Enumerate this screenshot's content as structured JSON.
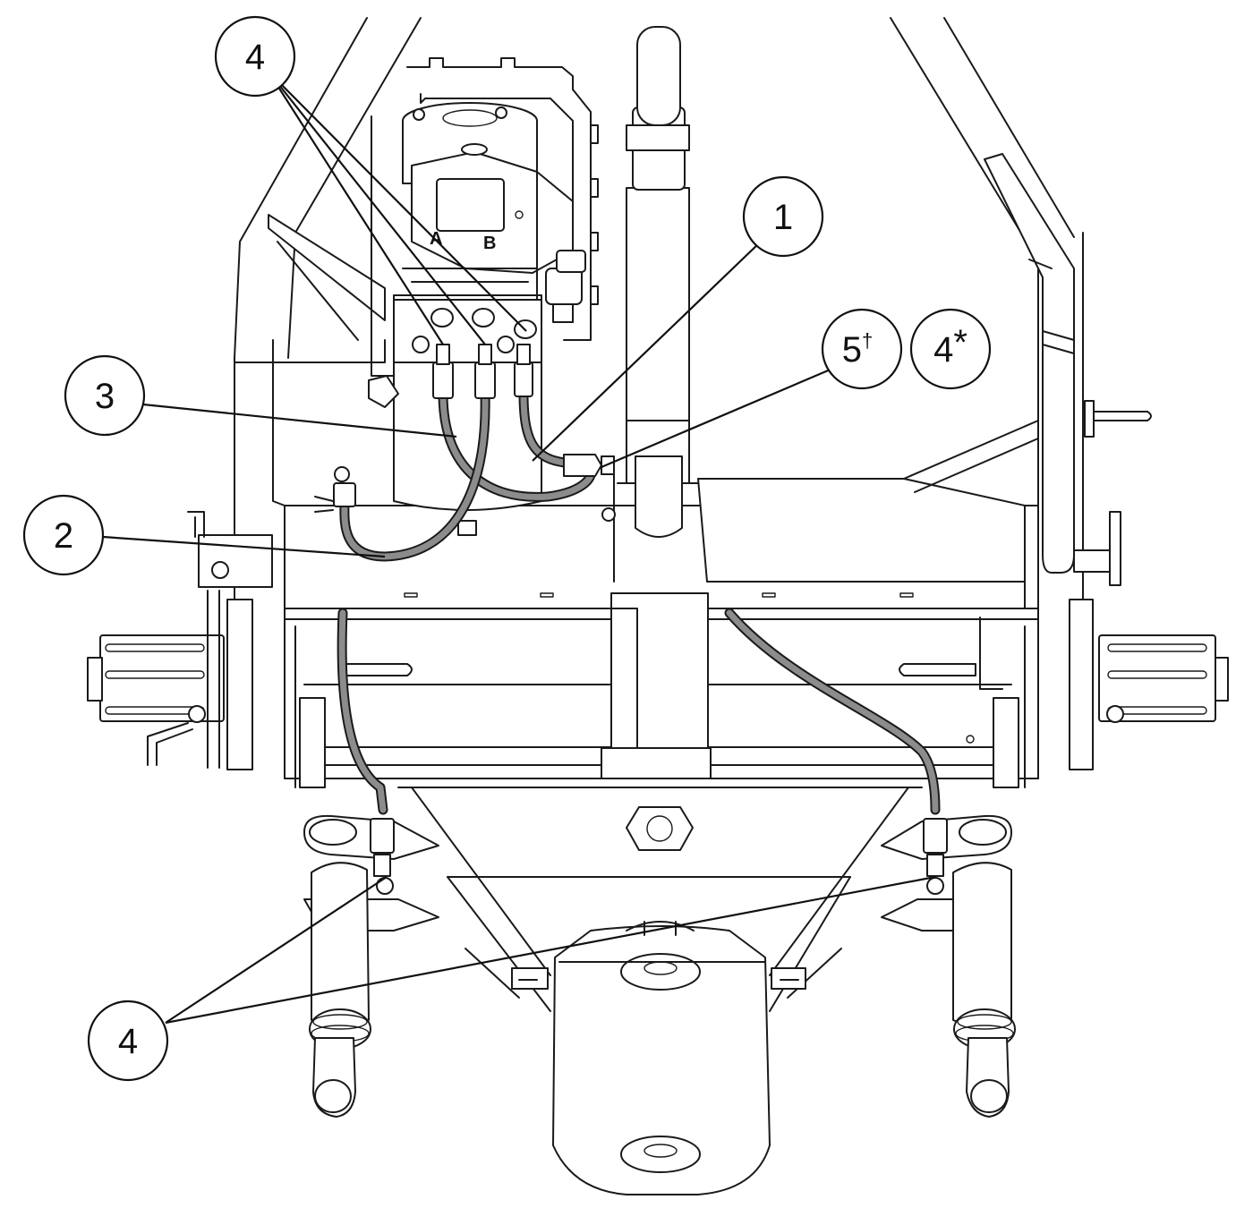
{
  "ports": {
    "a": "A",
    "b": "B"
  },
  "callouts": [
    {
      "id": "top-fittings",
      "label": "4",
      "sup": ""
    },
    {
      "id": "hose-1",
      "label": "1",
      "sup": ""
    },
    {
      "id": "hose-3",
      "label": "3",
      "sup": ""
    },
    {
      "id": "hose-2",
      "label": "2",
      "sup": ""
    },
    {
      "id": "valve-5",
      "label": "5",
      "sup": "†"
    },
    {
      "id": "valve-4",
      "label": "4",
      "sup": "*"
    },
    {
      "id": "bottom-fittings",
      "label": "4",
      "sup": ""
    }
  ]
}
